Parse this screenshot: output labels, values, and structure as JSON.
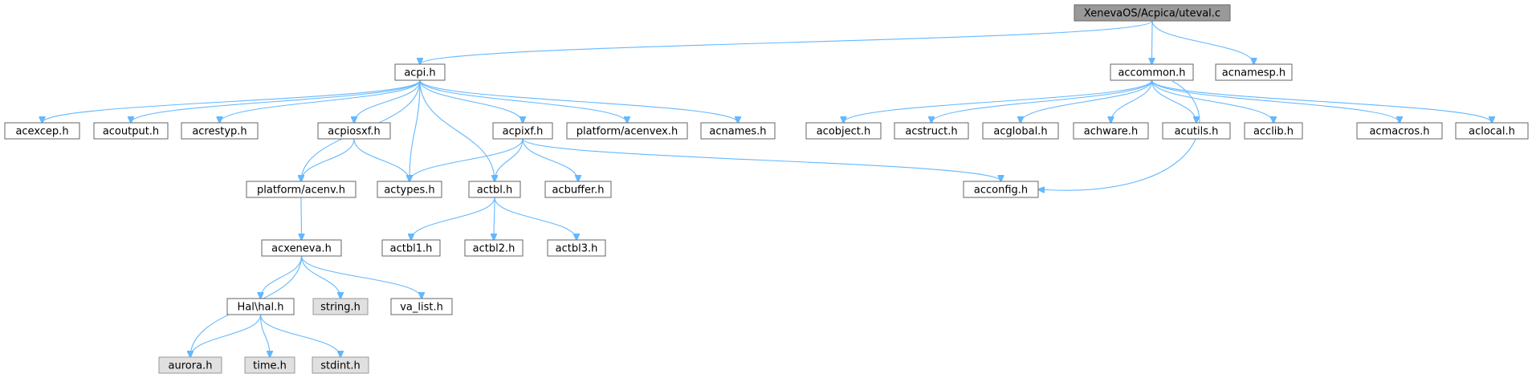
{
  "graph": {
    "nodes": [
      {
        "id": "uteval",
        "label": "XenevaOS/Acpica/uteval.c",
        "kind": "root"
      },
      {
        "id": "acpi",
        "label": "acpi.h",
        "kind": "local"
      },
      {
        "id": "accommon",
        "label": "accommon.h",
        "kind": "local"
      },
      {
        "id": "acnamesp",
        "label": "acnamesp.h",
        "kind": "local"
      },
      {
        "id": "acexcep",
        "label": "acexcep.h",
        "kind": "local"
      },
      {
        "id": "acoutput",
        "label": "acoutput.h",
        "kind": "local"
      },
      {
        "id": "acrestyp",
        "label": "acrestyp.h",
        "kind": "local"
      },
      {
        "id": "acpiosxf",
        "label": "acpiosxf.h",
        "kind": "local"
      },
      {
        "id": "acpixf",
        "label": "acpixf.h",
        "kind": "local"
      },
      {
        "id": "acenvex",
        "label": "platform/acenvex.h",
        "kind": "local"
      },
      {
        "id": "acnames",
        "label": "acnames.h",
        "kind": "local"
      },
      {
        "id": "acobject",
        "label": "acobject.h",
        "kind": "local"
      },
      {
        "id": "acstruct",
        "label": "acstruct.h",
        "kind": "local"
      },
      {
        "id": "acglobal",
        "label": "acglobal.h",
        "kind": "local"
      },
      {
        "id": "achware",
        "label": "achware.h",
        "kind": "local"
      },
      {
        "id": "acutils",
        "label": "acutils.h",
        "kind": "local"
      },
      {
        "id": "acclib",
        "label": "acclib.h",
        "kind": "local"
      },
      {
        "id": "acmacros",
        "label": "acmacros.h",
        "kind": "local"
      },
      {
        "id": "aclocal",
        "label": "aclocal.h",
        "kind": "local"
      },
      {
        "id": "acenv",
        "label": "platform/acenv.h",
        "kind": "local"
      },
      {
        "id": "actypes",
        "label": "actypes.h",
        "kind": "local"
      },
      {
        "id": "actbl",
        "label": "actbl.h",
        "kind": "local"
      },
      {
        "id": "acbuffer",
        "label": "acbuffer.h",
        "kind": "local"
      },
      {
        "id": "acconfig",
        "label": "acconfig.h",
        "kind": "local"
      },
      {
        "id": "acxeneva",
        "label": "acxeneva.h",
        "kind": "local"
      },
      {
        "id": "actbl1",
        "label": "actbl1.h",
        "kind": "local"
      },
      {
        "id": "actbl2",
        "label": "actbl2.h",
        "kind": "local"
      },
      {
        "id": "actbl3",
        "label": "actbl3.h",
        "kind": "local"
      },
      {
        "id": "halh",
        "label": "Hal\\hal.h",
        "kind": "local"
      },
      {
        "id": "stringh",
        "label": "string.h",
        "kind": "system"
      },
      {
        "id": "va_list",
        "label": "va_list.h",
        "kind": "local"
      },
      {
        "id": "aurora",
        "label": "aurora.h",
        "kind": "system"
      },
      {
        "id": "timeh",
        "label": "time.h",
        "kind": "system"
      },
      {
        "id": "stdint",
        "label": "stdint.h",
        "kind": "system"
      }
    ],
    "edges": [
      [
        "uteval",
        "acpi"
      ],
      [
        "uteval",
        "accommon"
      ],
      [
        "uteval",
        "acnamesp"
      ],
      [
        "acpi",
        "acexcep"
      ],
      [
        "acpi",
        "acoutput"
      ],
      [
        "acpi",
        "acrestyp"
      ],
      [
        "acpi",
        "acpiosxf"
      ],
      [
        "acpi",
        "acpixf"
      ],
      [
        "acpi",
        "acenvex"
      ],
      [
        "acpi",
        "acnames"
      ],
      [
        "acpi",
        "acenv"
      ],
      [
        "acpi",
        "actypes"
      ],
      [
        "acpi",
        "actbl"
      ],
      [
        "accommon",
        "acobject"
      ],
      [
        "accommon",
        "acstruct"
      ],
      [
        "accommon",
        "acglobal"
      ],
      [
        "accommon",
        "achware"
      ],
      [
        "accommon",
        "acutils"
      ],
      [
        "accommon",
        "acclib"
      ],
      [
        "accommon",
        "acmacros"
      ],
      [
        "accommon",
        "aclocal"
      ],
      [
        "accommon",
        "acconfig"
      ],
      [
        "acpiosxf",
        "acenv"
      ],
      [
        "acpiosxf",
        "actypes"
      ],
      [
        "acpixf",
        "actypes"
      ],
      [
        "acpixf",
        "actbl"
      ],
      [
        "acpixf",
        "acbuffer"
      ],
      [
        "acpixf",
        "acconfig"
      ],
      [
        "acenv",
        "acxeneva"
      ],
      [
        "actbl",
        "actbl1"
      ],
      [
        "actbl",
        "actbl2"
      ],
      [
        "actbl",
        "actbl3"
      ],
      [
        "acxeneva",
        "halh"
      ],
      [
        "acxeneva",
        "stringh"
      ],
      [
        "acxeneva",
        "va_list"
      ],
      [
        "acxeneva",
        "aurora"
      ],
      [
        "halh",
        "aurora"
      ],
      [
        "halh",
        "timeh"
      ],
      [
        "halh",
        "stdint"
      ]
    ]
  },
  "colors": {
    "edge": "#63b8ff",
    "root_fill": "#999999",
    "node_fill": "#ffffff",
    "system_fill": "#e0e0e0",
    "node_border": "#666666",
    "system_border": "#999999"
  }
}
